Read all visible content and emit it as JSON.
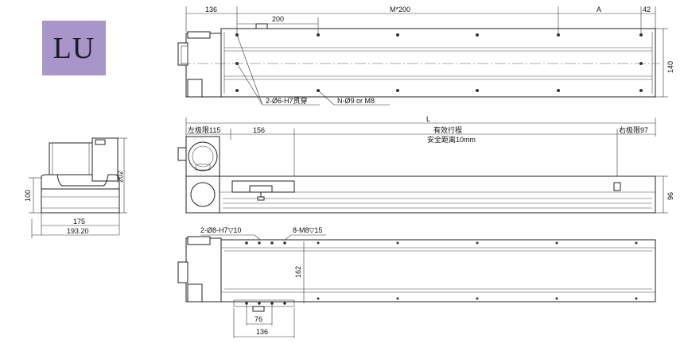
{
  "logo": {
    "text": "LU",
    "bg": "#a896c8"
  },
  "top_view": {
    "dim_136": "136",
    "dim_200": "200",
    "dim_m200": "M*200",
    "dim_a": "A",
    "dim_42": "42",
    "dim_140": "140",
    "callout_pin": "2-Ø6-H7贯穿",
    "callout_holes": "N-Ø9 or M8"
  },
  "side_view": {
    "dim_l": "L",
    "dim_left_limit": "左极限115",
    "dim_156": "156",
    "stroke_label": "有效行程",
    "safety_label": "安全距离10mm",
    "dim_right_limit": "右极限97",
    "dim_96": "96"
  },
  "end_view": {
    "dim_100": "100",
    "dim_202": "202",
    "dim_175": "175",
    "dim_193": "193.20"
  },
  "bottom_view": {
    "callout_pin": "2-Ø8-H7▽10",
    "callout_thread": "8-M8▽15",
    "dim_162": "162",
    "dim_76": "76",
    "dim_136": "136"
  }
}
